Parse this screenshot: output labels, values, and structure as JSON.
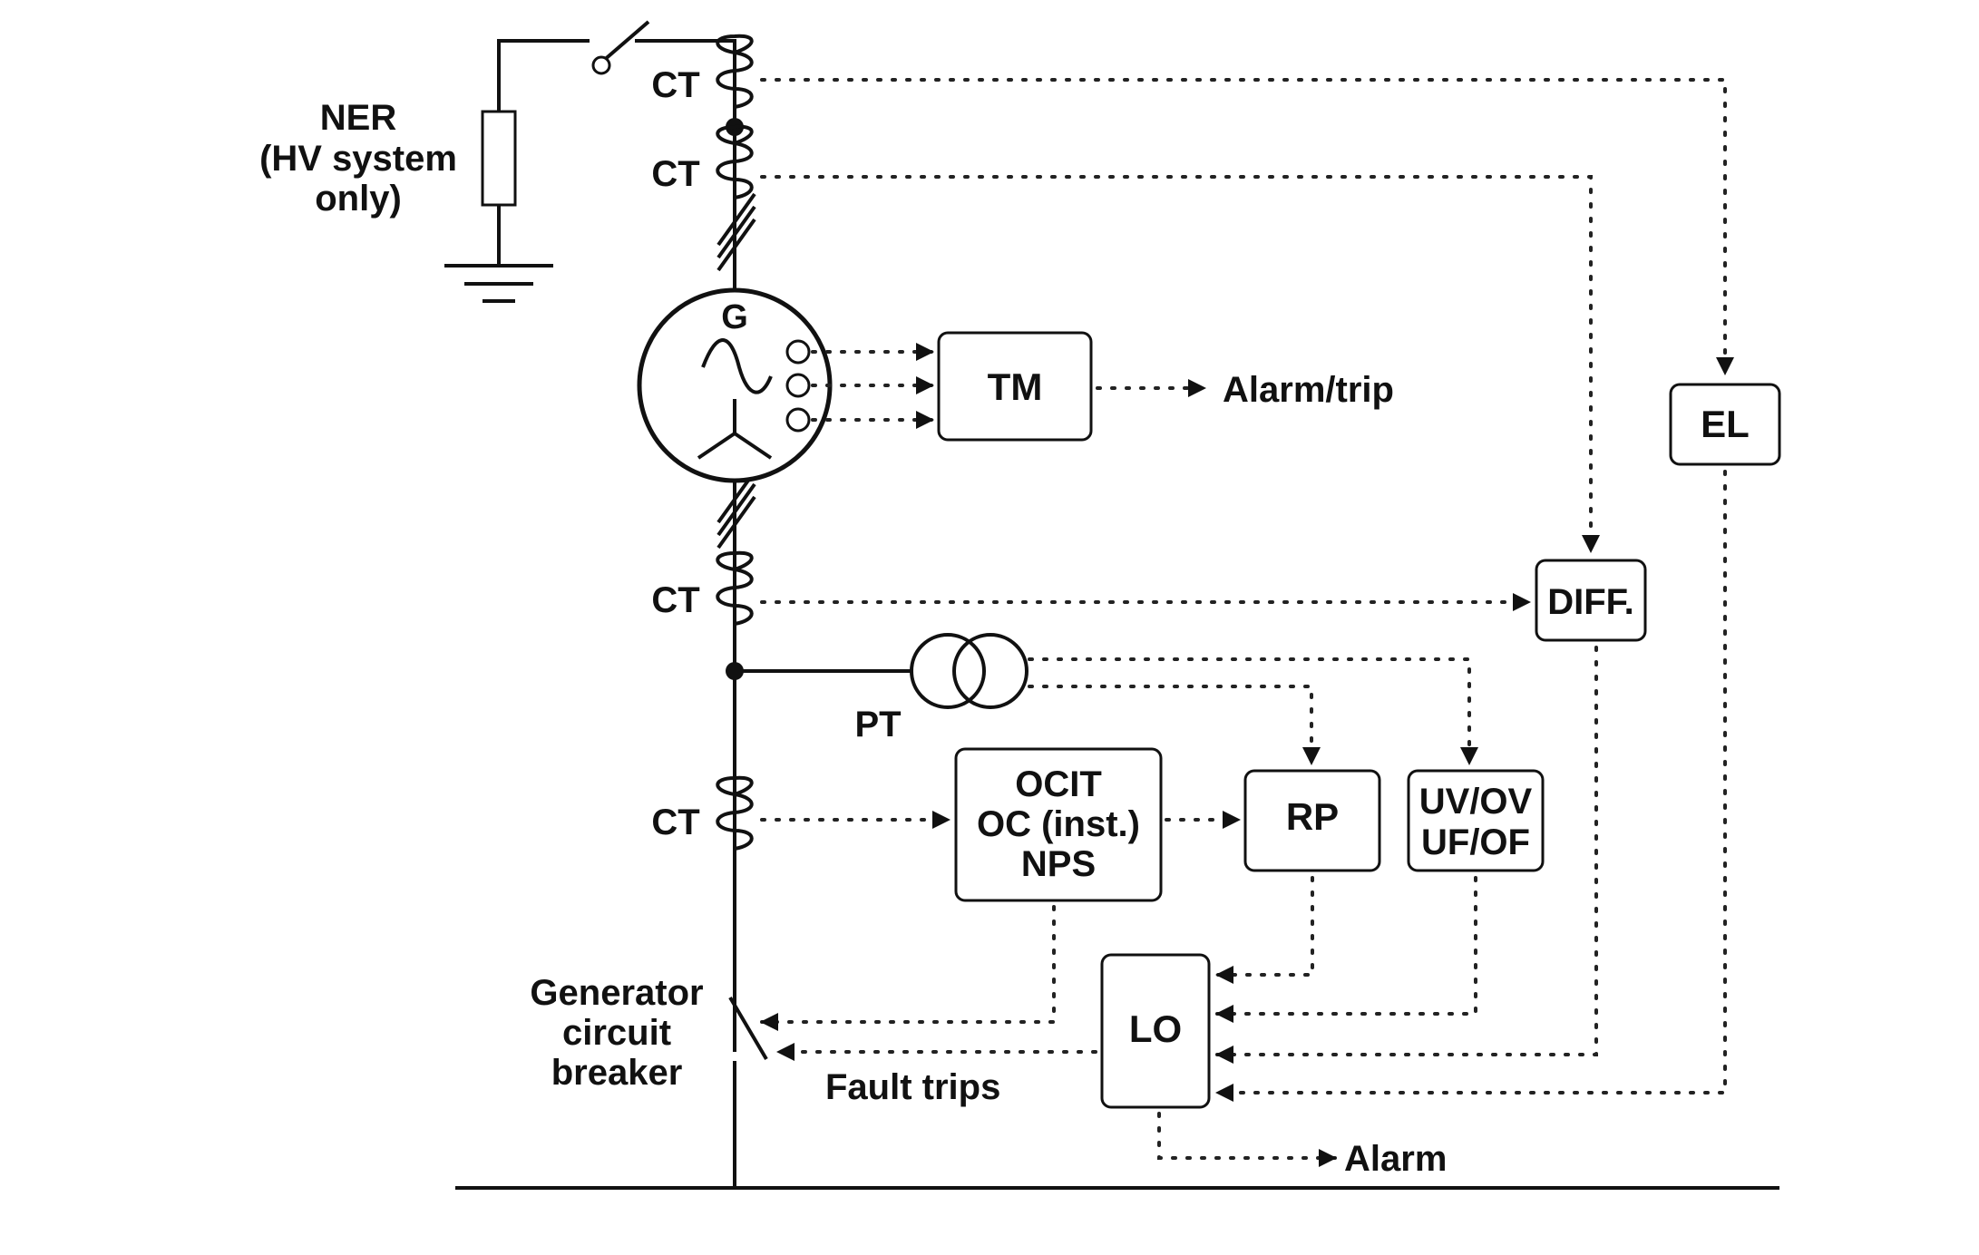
{
  "ner": {
    "line1": "NER",
    "line2": "(HV system",
    "line3": "only)"
  },
  "ct_labels": {
    "ct1": "CT",
    "ct2": "CT",
    "ct3": "CT",
    "ct4": "CT"
  },
  "generator": {
    "label": "G"
  },
  "pt": {
    "label": "PT"
  },
  "boxes": {
    "tm": "TM",
    "el": "EL",
    "diff": "DIFF.",
    "ocit": {
      "line1": "OCIT",
      "line2": "OC (inst.)",
      "line3": "NPS"
    },
    "rp": "RP",
    "uvov": {
      "line1": "UV/OV",
      "line2": "UF/OF"
    },
    "lo": "LO"
  },
  "outputs": {
    "alarm_trip": "Alarm/trip",
    "fault_trips": "Fault trips",
    "alarm": "Alarm"
  },
  "breaker": {
    "line1": "Generator",
    "line2": "circuit",
    "line3": "breaker"
  }
}
